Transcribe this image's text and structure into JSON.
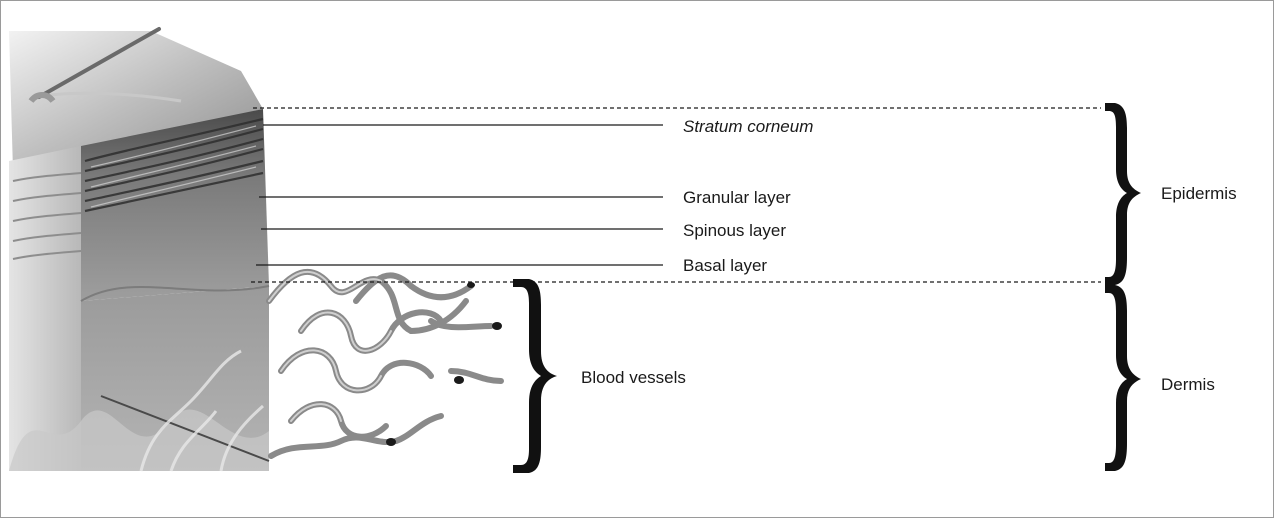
{
  "diagram": {
    "labels": {
      "stratum_corneum": "Stratum corneum",
      "granular_layer": "Granular layer",
      "spinous_layer": "Spinous layer",
      "basal_layer": "Basal layer",
      "blood_vessels": "Blood vessels",
      "epidermis": "Epidermis",
      "dermis": "Dermis"
    },
    "colors": {
      "line": "#1a1a1a",
      "brace": "#111111",
      "skin_light": "#d9d9d9",
      "skin_dark": "#6f6f6f",
      "vessel": "#8a8a8a"
    }
  }
}
